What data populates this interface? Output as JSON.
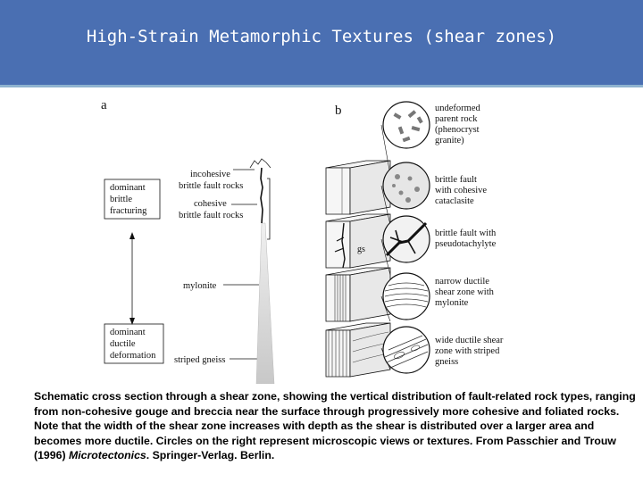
{
  "title": "High-Strain Metamorphic Textures (shear zones)",
  "figure": {
    "panel_a": "a",
    "panel_b": "b",
    "left_labels": {
      "incohesive_line1": "incohesive",
      "incohesive_line2": "brittle fault rocks",
      "cohesive_line1": "cohesive",
      "cohesive_line2": "brittle fault rocks",
      "dominant_brittle_line1": "dominant",
      "dominant_brittle_line2": "brittle",
      "dominant_brittle_line3": "fracturing",
      "mylonite": "mylonite",
      "dominant_ductile_line1": "dominant",
      "dominant_ductile_line2": "ductile",
      "dominant_ductile_line3": "deformation",
      "striped_gneiss": "striped gneiss"
    },
    "gs_label": "gs",
    "right_labels": {
      "r1_line1": "undeformed",
      "r1_line2": "parent rock",
      "r1_line3": "(phenocryst",
      "r1_line4": "granite)",
      "r2_line1": "brittle fault",
      "r2_line2": "with cohesive",
      "r2_line3": "cataclasite",
      "r3_line1": "brittle fault with",
      "r3_line2": "pseudotachylyte",
      "r4_line1": "narrow ductile",
      "r4_line2": "shear zone with",
      "r4_line3": "mylonite",
      "r5_line1": "wide ductile shear",
      "r5_line2": "zone with striped",
      "r5_line3": "gneiss"
    }
  },
  "caption": {
    "text_before_italic": "Schematic cross section through a shear zone, showing the vertical distribution of fault-related rock types, ranging from non-cohesive gouge and breccia near the surface through progressively more cohesive and foliated rocks. Note that the width of the shear zone increases with depth as the shear is distributed over a larger area and becomes more ductile. Circles on the right represent microscopic views or textures. From Passchier and Trouw (1996) ",
    "italic": "Microtectonics",
    "text_after_italic": ". Springer-Verlag. Berlin."
  }
}
